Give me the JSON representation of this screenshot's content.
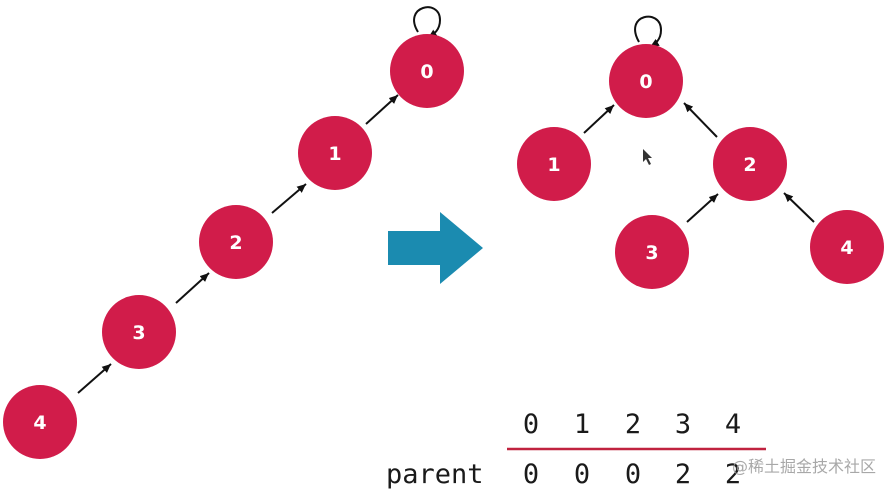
{
  "colors": {
    "node_fill": "#d11c4a",
    "edge": "#111111",
    "transform_arrow": "#1b8bb0",
    "table_rule": "#c0223f"
  },
  "left_tree": {
    "nodes": [
      {
        "id": "0",
        "label": "0",
        "parent": "0"
      },
      {
        "id": "1",
        "label": "1",
        "parent": "0"
      },
      {
        "id": "2",
        "label": "2",
        "parent": "1"
      },
      {
        "id": "3",
        "label": "3",
        "parent": "2"
      },
      {
        "id": "4",
        "label": "4",
        "parent": "3"
      }
    ]
  },
  "right_tree": {
    "nodes": [
      {
        "id": "0",
        "label": "0",
        "parent": "0"
      },
      {
        "id": "1",
        "label": "1",
        "parent": "0"
      },
      {
        "id": "2",
        "label": "2",
        "parent": "0"
      },
      {
        "id": "3",
        "label": "3",
        "parent": "2"
      },
      {
        "id": "4",
        "label": "4",
        "parent": "2"
      }
    ]
  },
  "table": {
    "indices": [
      "0",
      "1",
      "2",
      "3",
      "4"
    ],
    "row_label": "parent",
    "values": [
      "0",
      "0",
      "0",
      "2",
      "2"
    ]
  },
  "watermark": "@稀土掘金技术社区"
}
